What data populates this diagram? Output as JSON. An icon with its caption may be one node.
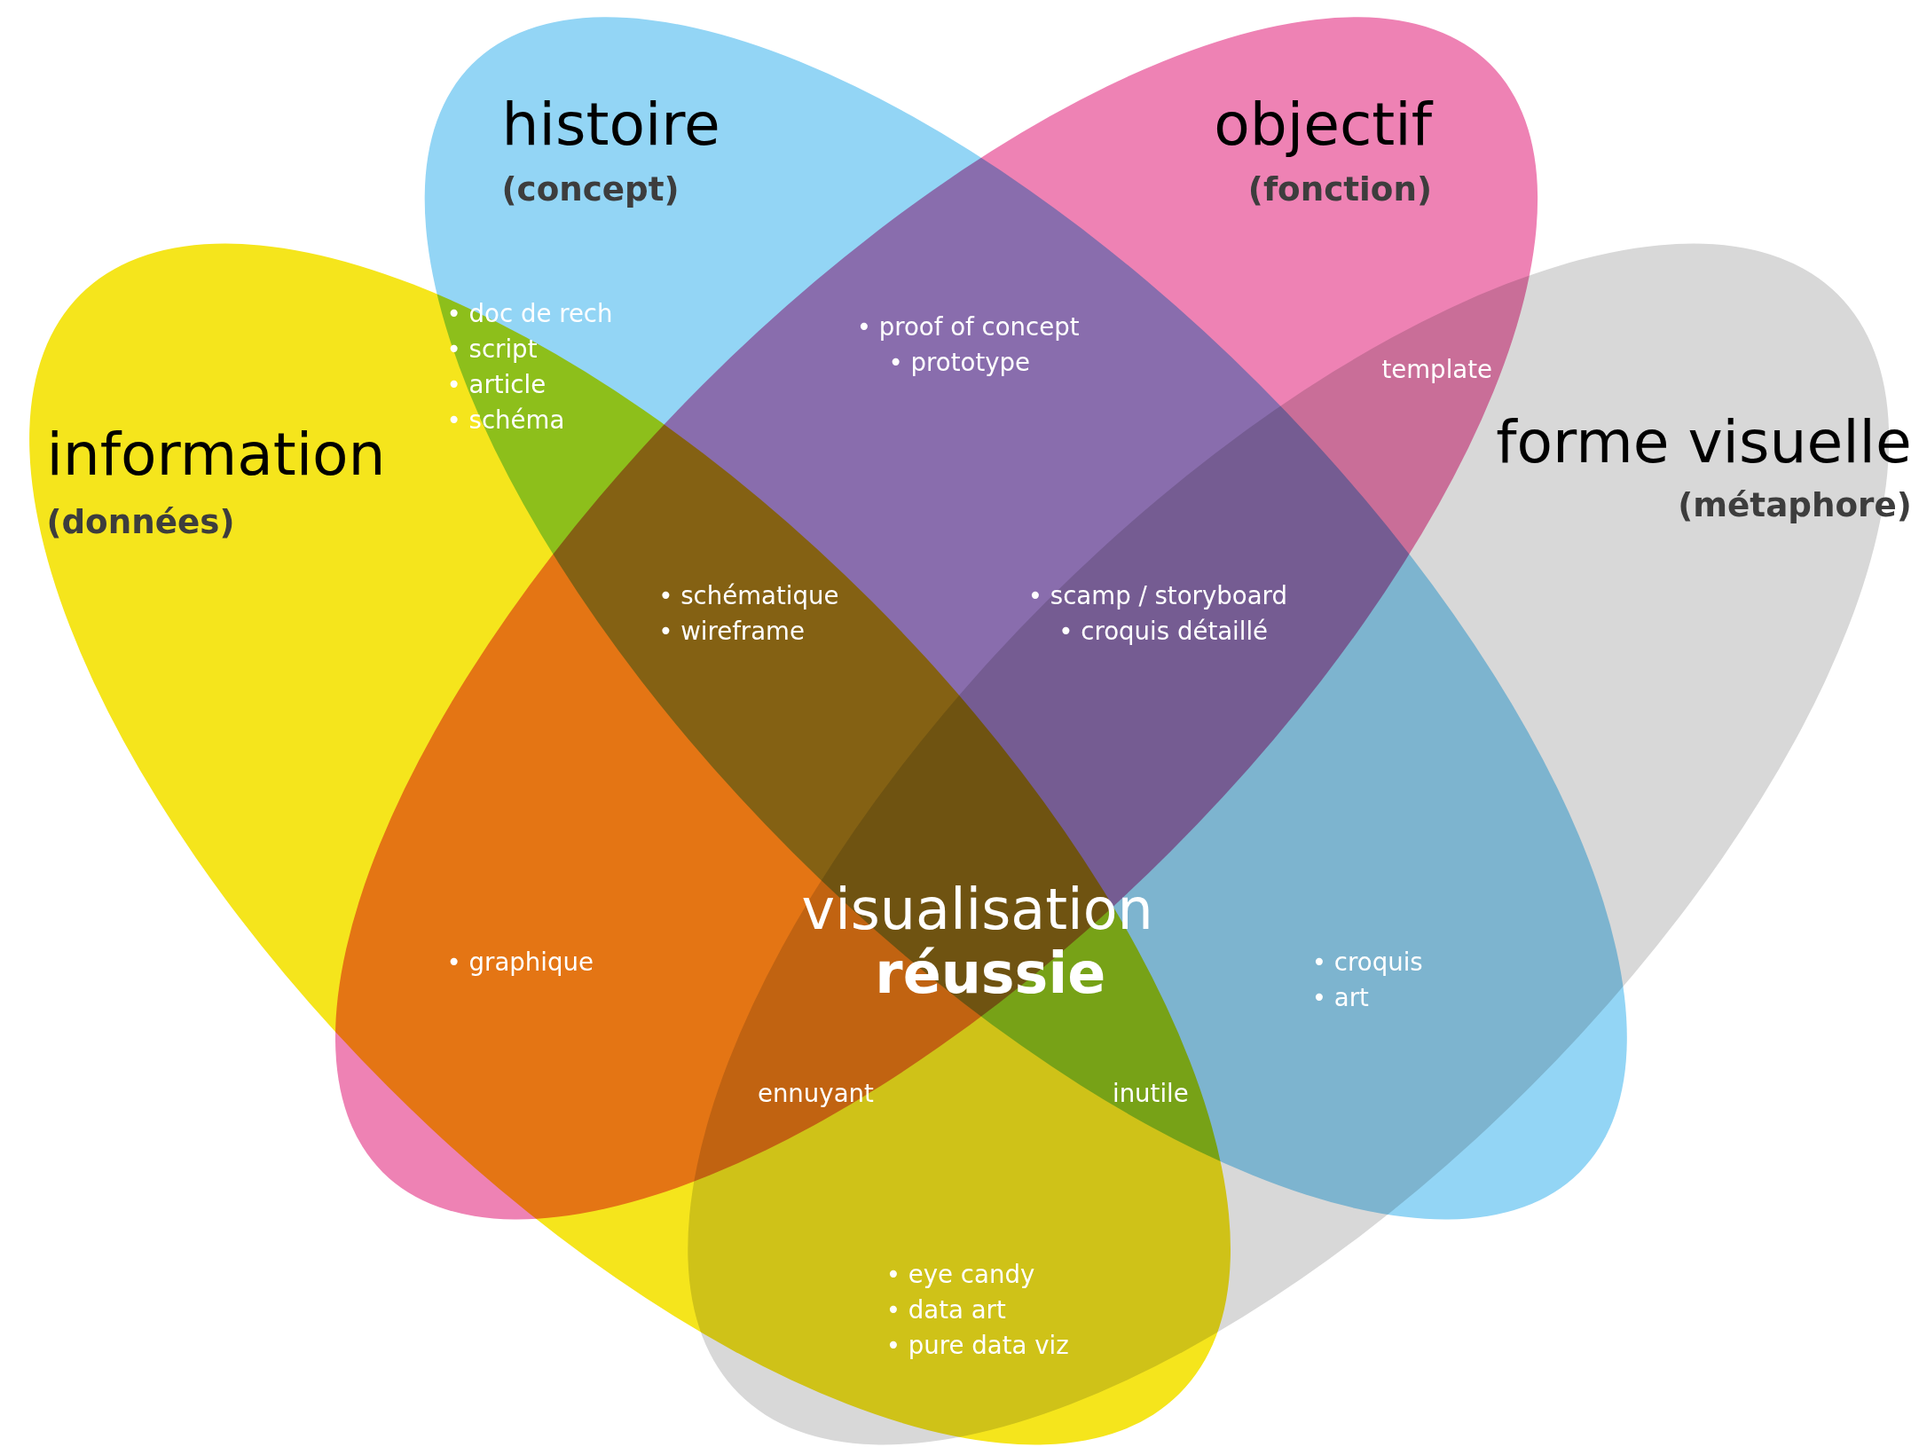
{
  "diagram": {
    "nodes": [
      {
        "text": [
          "information",
          "(données)"
        ]
      },
      {
        "text": [
          "histoire",
          "(concept)"
        ]
      },
      {
        "text": [
          "objectif",
          "(fonction)"
        ]
      },
      {
        "text": [
          "forme visuelle",
          "(métaphore)"
        ]
      }
    ],
    "labels": [
      "• doc de rech",
      "• script",
      "• article",
      "• schéma",
      "• proof of concept",
      "• prototype",
      "template",
      "• schématique",
      "• wireframe",
      "• scamp / storyboard",
      "• croquis détaillé",
      "visualisation",
      "réussie",
      "• graphique",
      "• croquis",
      "• art",
      "ennuyant",
      "inutile",
      "• eye candy",
      "• data art",
      "• pure data viz"
    ]
  }
}
